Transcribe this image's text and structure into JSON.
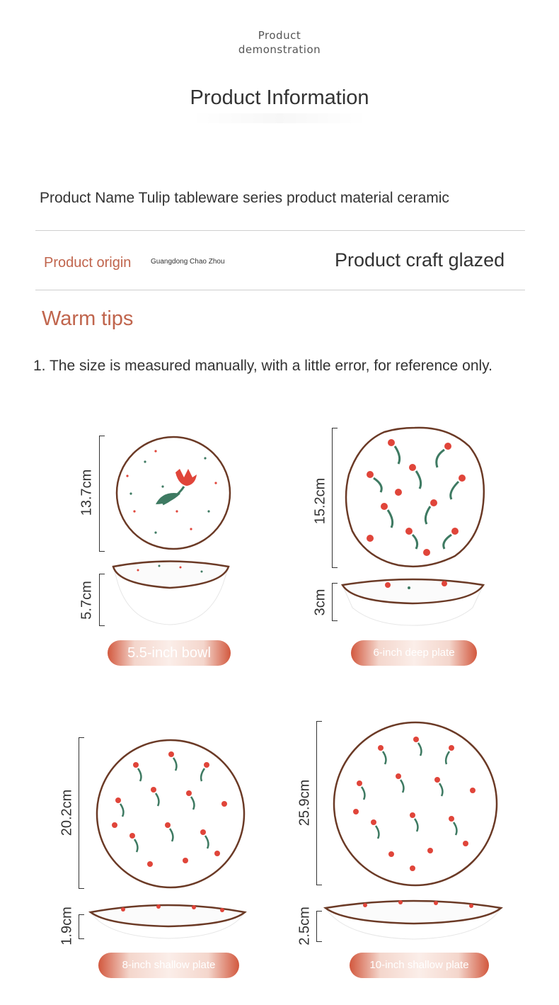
{
  "header": {
    "demo_line1": "Product",
    "demo_line2": "demonstration",
    "title": "Product Information"
  },
  "info": {
    "name_line": "Product Name Tulip tableware series product material ceramic",
    "origin_label": "Product origin",
    "origin_value": "Guangdong Chao Zhou",
    "craft": "Product craft glazed"
  },
  "tips": {
    "title": "Warm tips",
    "items": [
      "1. The size is measured manually, with a little error, for reference only."
    ]
  },
  "products": [
    {
      "label": "5.5-inch bowl",
      "diameter": "13.7cm",
      "height": "5.7cm"
    },
    {
      "label": "6-inch deep plate",
      "diameter": "15.2cm",
      "height": "3cm"
    },
    {
      "label": "8-inch shallow plate",
      "diameter": "20.2cm",
      "height": "1.9cm"
    },
    {
      "label": "10-inch shallow plate",
      "diameter": "25.9cm",
      "height": "2.5cm"
    }
  ],
  "colors": {
    "accent": "#c0654d",
    "pill": "#d2583e",
    "tulip_red": "#e0453a",
    "leaf_green": "#3e7a62",
    "rim_brown": "#6b3a26"
  }
}
